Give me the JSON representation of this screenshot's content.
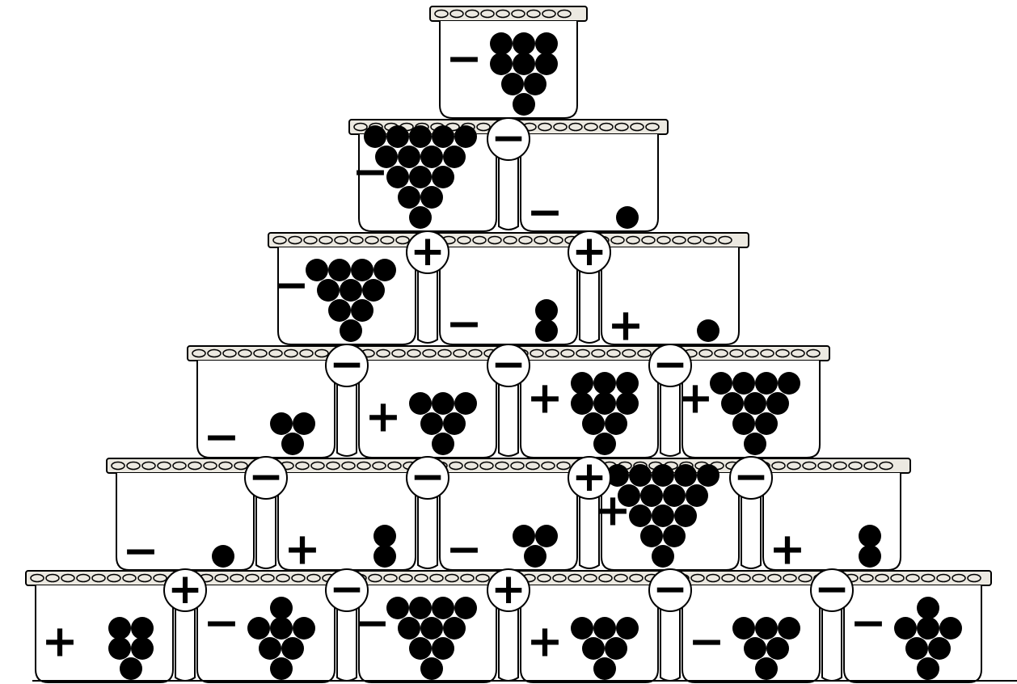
{
  "rows": [
    {
      "jars": [
        {
          "sign": "−",
          "balls": 9
        }
      ],
      "connectors": []
    },
    {
      "jars": [
        {
          "sign": "−",
          "balls": 15
        },
        {
          "sign": "−",
          "balls": 1
        }
      ],
      "connectors": [
        "−"
      ]
    },
    {
      "jars": [
        {
          "sign": "−",
          "balls": 10
        },
        {
          "sign": "−",
          "balls": 2
        },
        {
          "sign": "+",
          "balls": 1
        }
      ],
      "connectors": [
        "+",
        "+"
      ]
    },
    {
      "jars": [
        {
          "sign": "−",
          "balls": 3
        },
        {
          "sign": "+",
          "balls": 6
        },
        {
          "sign": "+",
          "balls": 9
        },
        {
          "sign": "+",
          "balls": 10
        }
      ],
      "connectors": [
        "−",
        "−",
        "−"
      ]
    },
    {
      "jars": [
        {
          "sign": "−",
          "balls": 1
        },
        {
          "sign": "+",
          "balls": 2
        },
        {
          "sign": "−",
          "balls": 3
        },
        {
          "sign": "+",
          "balls": 15
        },
        {
          "sign": "+",
          "balls": 2
        }
      ],
      "connectors": [
        "−",
        "−",
        "+",
        "−"
      ]
    },
    {
      "jars": [
        {
          "sign": "+",
          "balls": 5
        },
        {
          "sign": "−",
          "balls": 7
        },
        {
          "sign": "−",
          "balls": 10
        },
        {
          "sign": "+",
          "balls": 6
        },
        {
          "sign": "−",
          "balls": 6
        },
        {
          "sign": "−",
          "balls": 7
        }
      ],
      "connectors": [
        "+",
        "−",
        "+",
        "−",
        "−"
      ]
    }
  ],
  "colors": {
    "stroke": "#000000",
    "jar_fill": "#ffffff",
    "lid_fill": "#ece9e1",
    "ball": "#000000",
    "ground": "#000000"
  }
}
